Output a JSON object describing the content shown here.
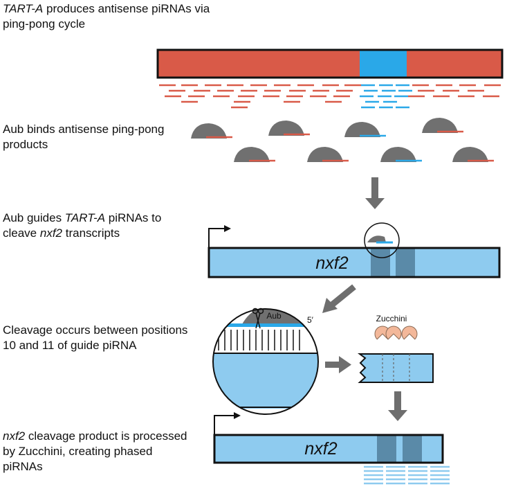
{
  "steps": [
    {
      "parts": [
        {
          "t": "TART-A",
          "i": true
        },
        {
          "t": " produces antisense piRNAs via ping-pong cycle",
          "i": false
        }
      ]
    },
    {
      "parts": [
        {
          "t": "Aub binds antisense ping-pong products",
          "i": false
        }
      ]
    },
    {
      "parts": [
        {
          "t": "Aub guides ",
          "i": false
        },
        {
          "t": "TART-A",
          "i": true
        },
        {
          "t": " piRNAs to cleave ",
          "i": false
        },
        {
          "t": "nxf2",
          "i": true
        },
        {
          "t": " transcripts",
          "i": false
        }
      ]
    },
    {
      "parts": [
        {
          "t": "Cleavage occurs between positions 10 and 11 of guide piRNA",
          "i": false
        }
      ]
    },
    {
      "parts": [
        {
          "t": "nxf2",
          "i": true
        },
        {
          "t": " cleavage product is processed by Zucchini, creating phased piRNAs",
          "i": false
        }
      ]
    }
  ],
  "labels": {
    "gene1": "nxf2",
    "gene2": "nxf2",
    "aub": "Aub",
    "five_prime": "5′",
    "zucchini": "Zucchini"
  },
  "colors": {
    "tart": "#d95a48",
    "piRNA_blue": "#2aa8e8",
    "gene_fill": "#8ecbef",
    "gene_dark": "#5a8aa8",
    "protein": "#707070",
    "zucchini": "#f3b89a",
    "arrow": "#6e6e6e"
  }
}
